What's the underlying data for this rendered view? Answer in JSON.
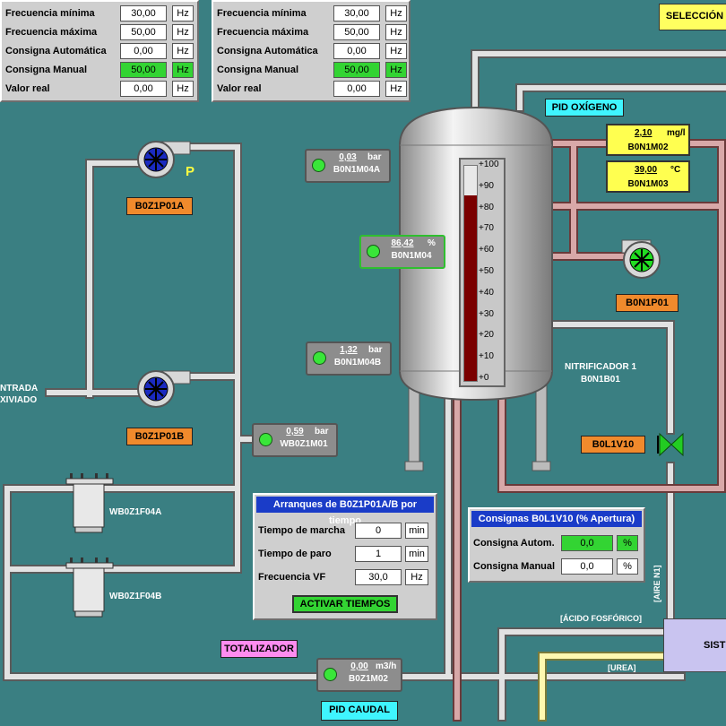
{
  "panel_a": {
    "rows": [
      {
        "label": "Frecuencia mínima",
        "value": "30,00",
        "unit": "Hz"
      },
      {
        "label": "Frecuencia máxima",
        "value": "50,00",
        "unit": "Hz"
      },
      {
        "label": "Consigna Automática",
        "value": "0,00",
        "unit": "Hz"
      },
      {
        "label": "Consigna Manual",
        "value": "50,00",
        "unit": "Hz"
      },
      {
        "label": "Valor real",
        "value": "0,00",
        "unit": "Hz"
      }
    ]
  },
  "panel_b": {
    "rows": [
      {
        "label": "Frecuencia mínima",
        "value": "30,00",
        "unit": "Hz"
      },
      {
        "label": "Frecuencia máxima",
        "value": "50,00",
        "unit": "Hz"
      },
      {
        "label": "Consigna Automática",
        "value": "0,00",
        "unit": "Hz"
      },
      {
        "label": "Consigna Manual",
        "value": "50,00",
        "unit": "Hz"
      },
      {
        "label": "Valor real",
        "value": "0,00",
        "unit": "Hz"
      }
    ]
  },
  "seleccion_label": "SELECCIÓN",
  "tags": {
    "pid_oxigeno": "PID OXÍGENO",
    "pump_a": "B0Z1P01A",
    "pump_b": "B0Z1P01B",
    "pump_n": "B0N1P01",
    "valve": "B0L1V10",
    "totalizador": "TOTALIZADOR",
    "pid_caudal": "PID CAUDAL"
  },
  "pump_p_label": "P",
  "meters": {
    "m04a": {
      "value": "0,03",
      "unit": "bar",
      "tag": "B0N1M04A"
    },
    "m04": {
      "value": "86,42",
      "unit": "%",
      "tag": "B0N1M04"
    },
    "m04b": {
      "value": "1,32",
      "unit": "bar",
      "tag": "B0N1M04B"
    },
    "wm01": {
      "value": "0,59",
      "unit": "bar",
      "tag": "WB0Z1M01"
    },
    "m02flow": {
      "value": "0,00",
      "unit": "m3/h",
      "tag": "B0Z1M02"
    }
  },
  "yellow_meters": {
    "m02": {
      "value": "2,10",
      "unit": "mg/l",
      "tag": "B0N1M02"
    },
    "m03": {
      "value": "39,00",
      "unit": "°C",
      "tag": "B0N1M03"
    }
  },
  "level_gauge": {
    "scale": [
      "+100",
      "+90",
      "+80",
      "+70",
      "+60",
      "+50",
      "+40",
      "+30",
      "+20",
      "+10",
      "+0"
    ],
    "level_percent": 86.42
  },
  "labels": {
    "entrada": "NTRADA",
    "lixiviado": "XIVIADO",
    "nitrificador": "NITRIFICADOR 1",
    "nitrificador_tag": "B0N1B01",
    "filter_a": "WB0Z1F04A",
    "filter_b": "WB0Z1F04B",
    "acido": "[ÁCIDO FOSFÓRICO]",
    "urea": "[UREA]",
    "aire": "[AIRE N1]",
    "sist": "SIST"
  },
  "arranques": {
    "title": "Arranques de B0Z1P01A/B por tiempo",
    "rows": [
      {
        "label": "Tiempo de marcha",
        "value": "0",
        "unit": "min"
      },
      {
        "label": "Tiempo de paro",
        "value": "1",
        "unit": "min"
      },
      {
        "label": "Frecuencia VF",
        "value": "30,0",
        "unit": "Hz"
      }
    ],
    "button": "ACTIVAR TIEMPOS"
  },
  "consignas": {
    "title": "Consignas B0L1V10 (% Apertura)",
    "rows": [
      {
        "label": "Consigna Autom.",
        "value": "0,0",
        "unit": "%"
      },
      {
        "label": "Consigna Manual",
        "value": "0,0",
        "unit": "%"
      }
    ]
  },
  "colors": {
    "background": "#3a7f82",
    "pipe": "#d8d8d8",
    "red_pipe": "#c09090",
    "accent_green": "#33d433"
  }
}
